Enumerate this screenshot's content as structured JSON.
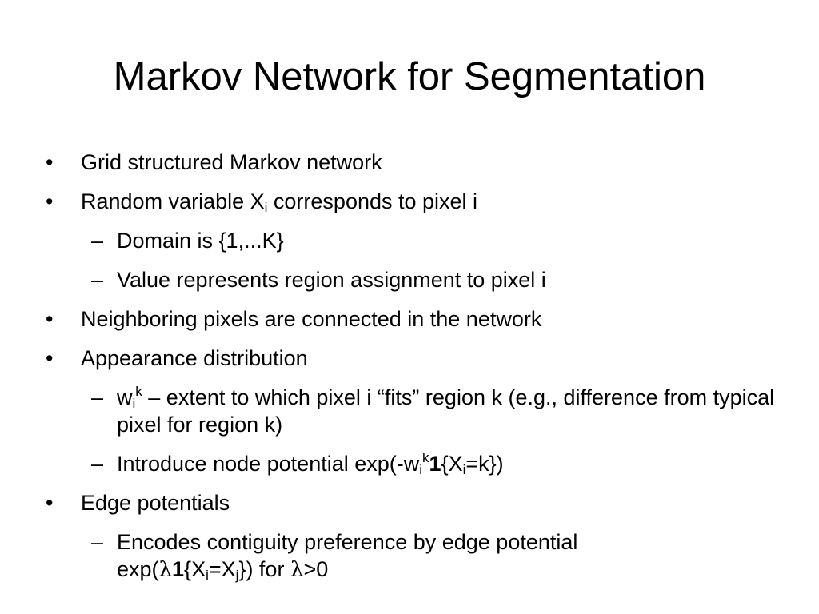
{
  "slide": {
    "title": "Markov Network for Segmentation",
    "bullet_marker": "•",
    "dash_marker": "–",
    "items": [
      {
        "text": "Grid structured Markov network"
      },
      {
        "pre": "Random variable X",
        "sub": "i",
        "post": " corresponds to pixel i"
      },
      {
        "text": "Domain is {1,...K}"
      },
      {
        "text": "Value represents region assignment to pixel i"
      },
      {
        "text": "Neighboring pixels are connected in the network"
      },
      {
        "text": "Appearance distribution"
      },
      {
        "pre": "w",
        "sub": "i",
        "sup": "k",
        "post": " – extent to which pixel i “fits” region k (e.g., difference from typical pixel for region k)"
      },
      {
        "a": "Introduce node potential exp(-w",
        "sub1": "i",
        "sup1": "k",
        "bold": "1",
        "b": "{X",
        "sub2": "i",
        "c": "=k})"
      },
      {
        "text": "Edge potentials"
      },
      {
        "line1": "Encodes contiguity preference by edge potential",
        "a": "exp(",
        "sym1": "λ",
        "bold": "1",
        "b": "{X",
        "sub1": "i",
        "c": "=X",
        "sub2": "j",
        "d": "}) for ",
        "sym2": "λ",
        "e": ">0"
      }
    ]
  }
}
